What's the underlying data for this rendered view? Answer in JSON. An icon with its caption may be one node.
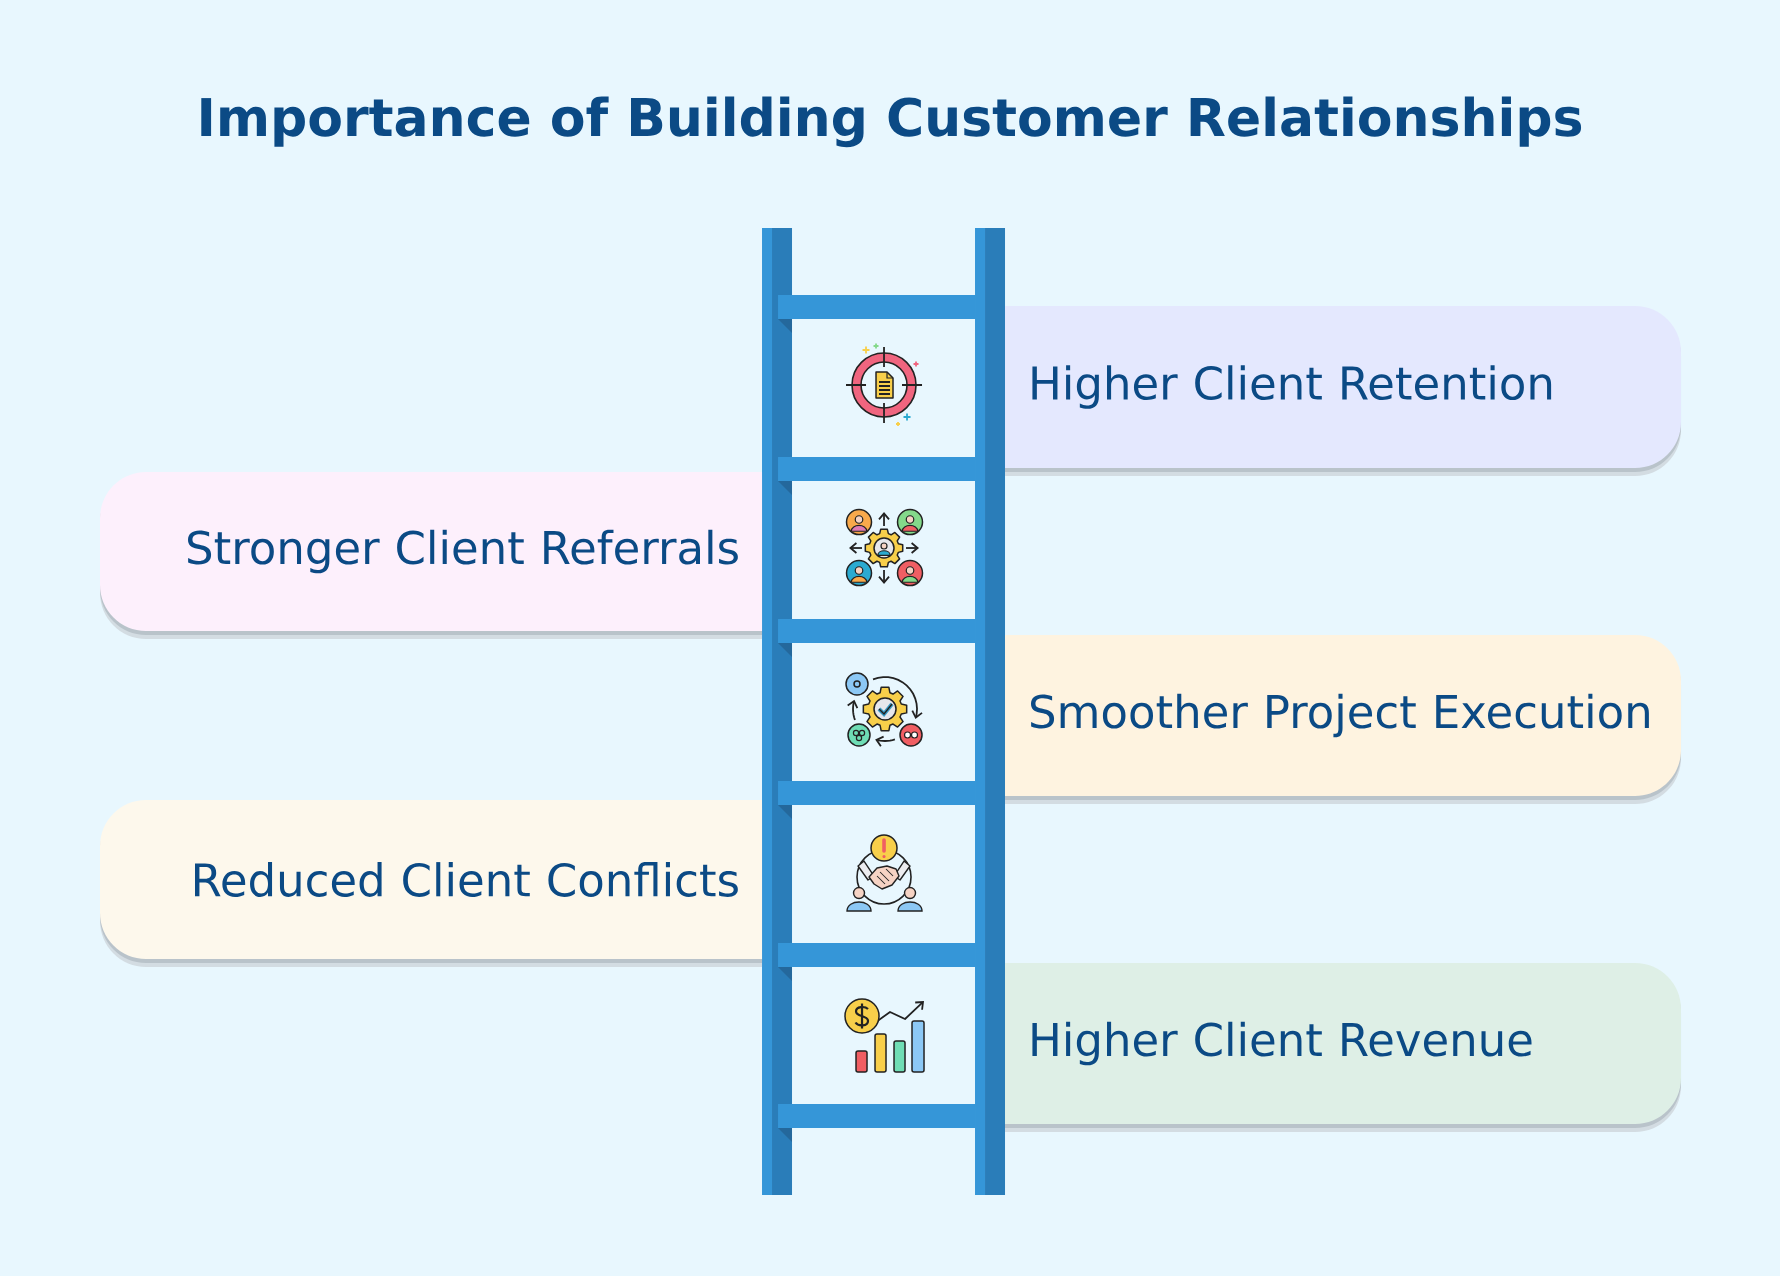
{
  "diagram": {
    "title": "Importance of Building Customer Relationships",
    "nodes": [
      {
        "text": [
          "Higher Client Retention"
        ]
      },
      {
        "text": [
          "Stronger Client Referrals"
        ]
      },
      {
        "text": [
          "Smoother Project Execution"
        ]
      },
      {
        "text": [
          "Reduced Client Conflicts"
        ]
      },
      {
        "text": [
          "Higher Client Revenue"
        ]
      }
    ]
  }
}
